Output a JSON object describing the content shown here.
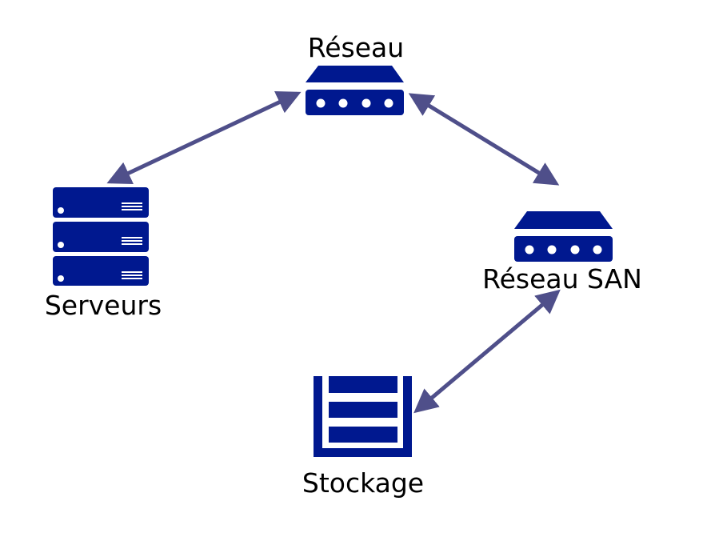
{
  "colors": {
    "icon": "#00188f",
    "arrow": "#4f4f8a",
    "text": "#000000",
    "background": "#ffffff"
  },
  "nodes": {
    "network": {
      "label": "Réseau",
      "icon": "router-icon"
    },
    "servers": {
      "label": "Serveurs",
      "icon": "server-rack-icon"
    },
    "san": {
      "label": "Réseau SAN",
      "icon": "router-icon"
    },
    "storage": {
      "label": "Stockage",
      "icon": "storage-shelf-icon"
    }
  },
  "edges": [
    {
      "from": "network",
      "to": "servers",
      "style": "bidirectional-arrow"
    },
    {
      "from": "network",
      "to": "san",
      "style": "bidirectional-arrow"
    },
    {
      "from": "san",
      "to": "storage",
      "style": "bidirectional-arrow"
    }
  ]
}
